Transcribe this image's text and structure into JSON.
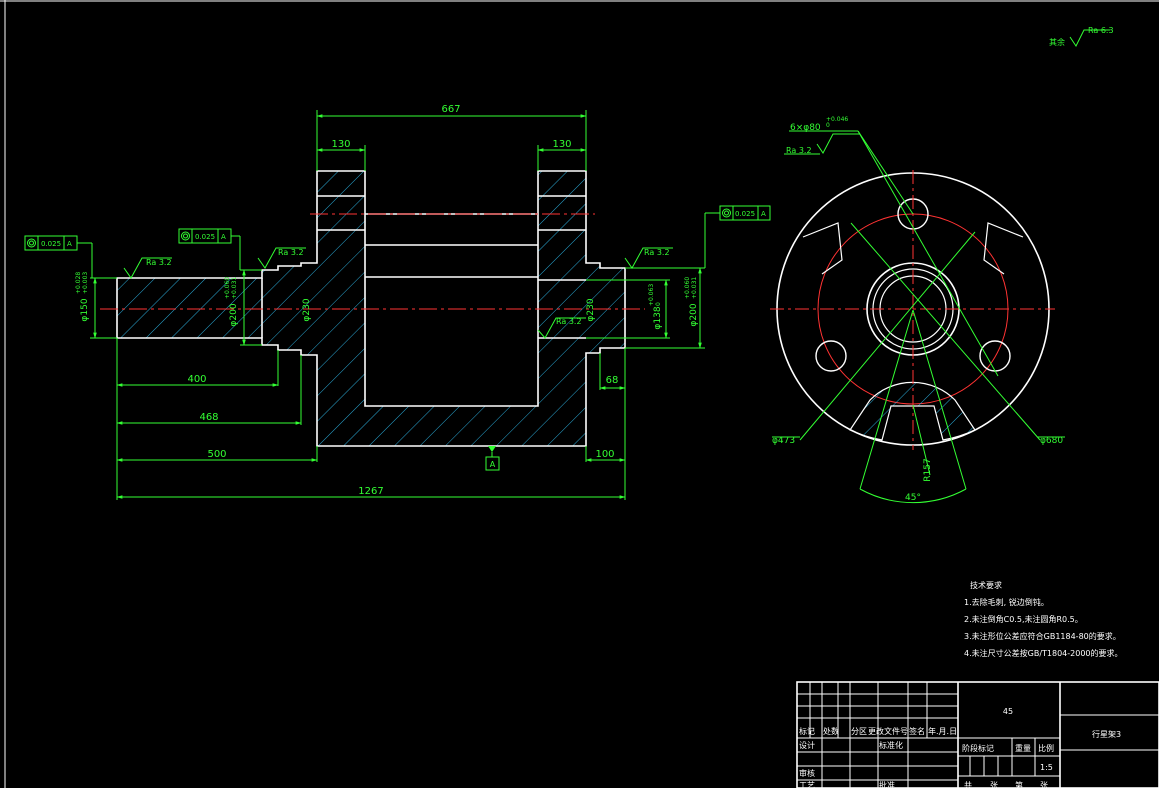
{
  "surface_finish": {
    "label": "其余",
    "value": "Ra 6.3"
  },
  "front_view": {
    "dimensions": {
      "overall_top": "667",
      "flange_left": "130",
      "flange_right": "130",
      "left_400": "400",
      "left_468": "468",
      "left_500": "500",
      "overall_bottom": "1267",
      "right_100": "100",
      "right_68": "68"
    },
    "diameters": {
      "d150": "φ150",
      "d150_tol_upper": "+0.028",
      "d150_tol_lower": "+0.003",
      "d200_left": "φ200",
      "d200_left_tol_upper": "+0.060",
      "d200_left_tol_lower": "+0.031",
      "d230_left": "φ230",
      "d230_right": "φ230",
      "d138": "φ138",
      "d138_tol_upper": "+0.063",
      "d138_tol_lower": "0",
      "d200_right": "φ200",
      "d200_right_tol_upper": "+0.060",
      "d200_right_tol_lower": "+0.031"
    },
    "roughness": {
      "left_shaft": "Ra 3.2",
      "left_step": "Ra 3.2",
      "right_step": "Ra 3.2",
      "bore": "Ra 3.2"
    },
    "tolerances": {
      "left": {
        "value": "0.025",
        "datum": "A"
      },
      "mid": {
        "value": "0.025",
        "datum": "A"
      },
      "right": {
        "value": "0.025",
        "datum": "A"
      }
    },
    "datum_label": "A"
  },
  "side_view": {
    "holes": "6×φ80",
    "holes_tol_upper": "+0.046",
    "holes_tol_lower": "0",
    "holes_roughness": "Ra 3.2",
    "d473": "φ473",
    "d680": "φ680",
    "r157": "R157",
    "angle": "45°"
  },
  "tech_requirements": {
    "title": "技术要求",
    "items": [
      "1.去除毛刺, 锐边倒钝。",
      "2.未注倒角C0.5,未注圆角R0.5。",
      "3.未注形位公差应符合GB1184-80的要求。",
      "4.未注尺寸公差按GB/T1804-2000的要求。"
    ]
  },
  "title_block": {
    "material": "45",
    "part_name": "行星架3",
    "scale": "1:5",
    "headers": [
      "标记",
      "处数",
      "分区",
      "更改文件号",
      "签名",
      "年.月.日"
    ],
    "design": "设计",
    "standardize": "标准化",
    "stage_mark": "阶段标记",
    "weight": "重量",
    "ratio": "比例",
    "review": "审核",
    "process": "工艺",
    "approve": "批准",
    "bottom_row": [
      "共",
      "张",
      "第",
      "张"
    ]
  }
}
